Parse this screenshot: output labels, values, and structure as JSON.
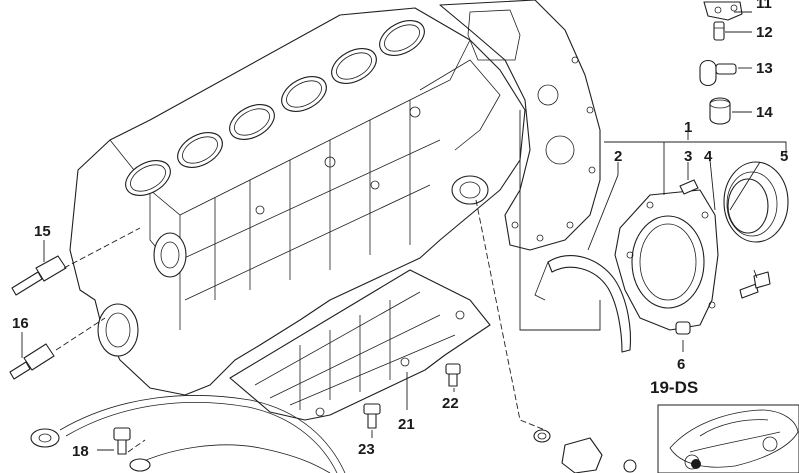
{
  "diagram": {
    "type": "exploded-parts-diagram",
    "callouts": {
      "c1": "1",
      "c2": "2",
      "c3": "3",
      "c4": "4",
      "c5": "5",
      "c6": "6",
      "c11": "11",
      "c12": "12",
      "c13": "13",
      "c14": "14",
      "c15": "15",
      "c16": "16",
      "c18": "18",
      "c21": "21",
      "c22": "22",
      "c23": "23"
    },
    "group_label": "19-DS"
  }
}
